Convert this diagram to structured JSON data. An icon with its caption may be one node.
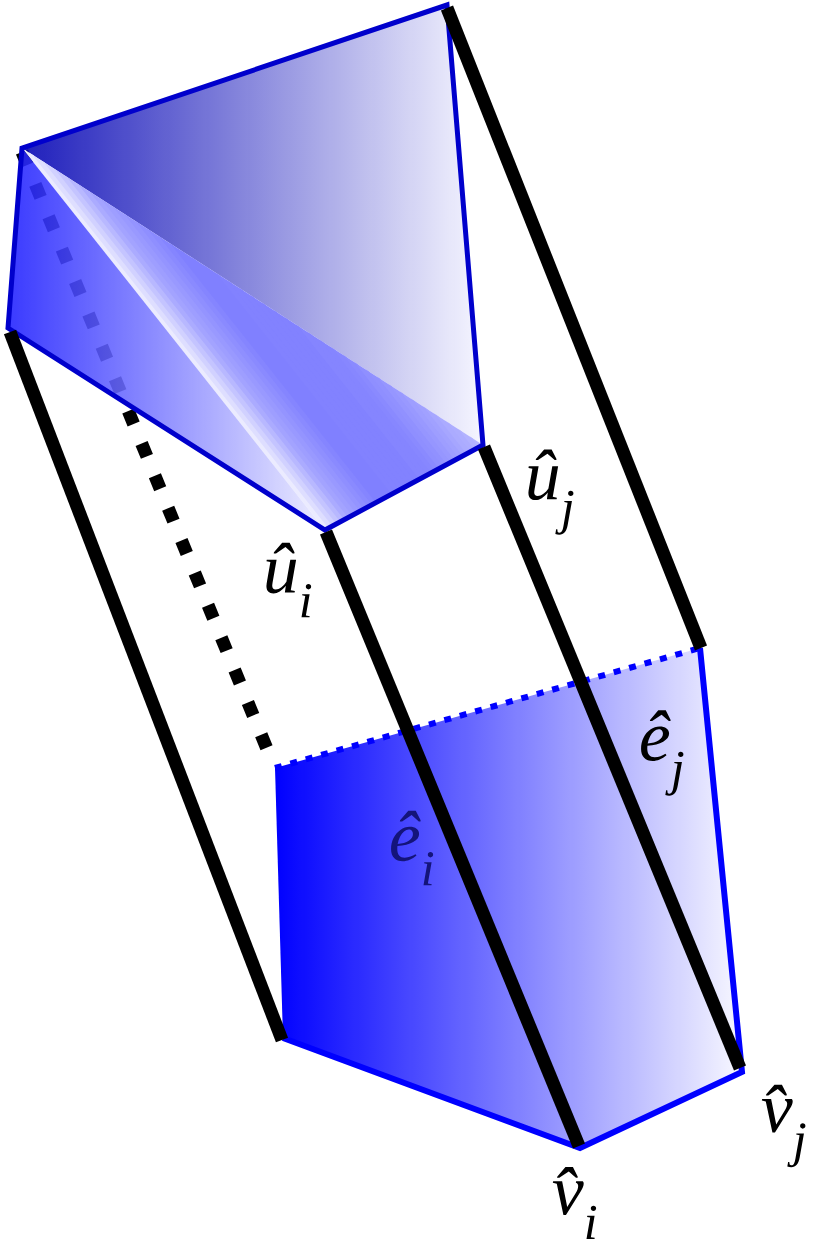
{
  "diagram": {
    "labels": [
      "û$_{j}$",
      "û$_{i}$",
      "ê$_{j}$",
      "ê$_{i}$",
      "v̂$_{j}$",
      "v̂$_{i}$"
    ]
  }
}
